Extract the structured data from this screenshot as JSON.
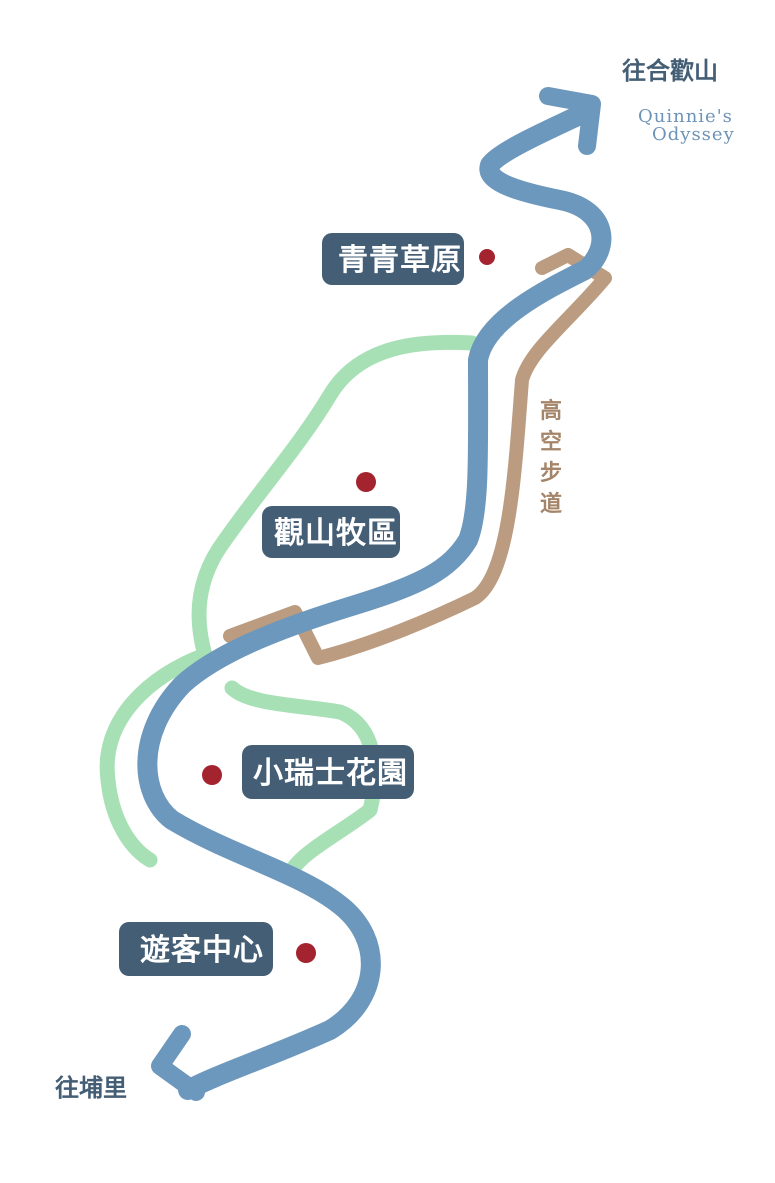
{
  "map": {
    "destinations": {
      "north": "往合歡山",
      "south": "往埔里"
    },
    "skywalk_label": "高空步道",
    "brand": {
      "line1": "Quinnie's",
      "line2": "Odyssey"
    },
    "places": [
      {
        "name": "青青草原",
        "key": "qingqing-grassland"
      },
      {
        "name": "觀山牧區",
        "key": "guanshan-pasture"
      },
      {
        "name": "小瑞士花園",
        "key": "little-swiss-garden"
      },
      {
        "name": "遊客中心",
        "key": "visitor-center"
      }
    ],
    "colors": {
      "main_road": "#6d98bd",
      "green_trail": "#a8e0b6",
      "skywalk": "#bb9c80",
      "label_bg": "#445e76",
      "label_text": "#ffffff",
      "poi_dot": "#a3232f",
      "destination_text": "#445e76",
      "brand_text": "#6d93b7"
    },
    "icons": {
      "poi": "poi-dot",
      "north_arrow": "arrow-up-right-icon",
      "south_arrow": "arrow-down-left-icon"
    }
  }
}
